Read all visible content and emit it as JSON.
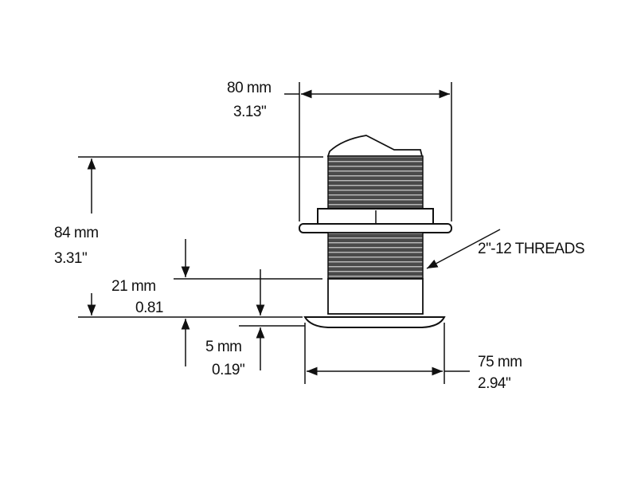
{
  "dimensions": {
    "width": {
      "mm": "80 mm",
      "inch": "3.13\""
    },
    "height": {
      "mm": "84 mm",
      "inch": "3.31\""
    },
    "lower_body": {
      "mm": "21 mm",
      "inch": "0.81"
    },
    "flange_thickness": {
      "mm": "5 mm",
      "inch": "0.19\""
    },
    "flange_diameter": {
      "mm": "75 mm",
      "inch": "2.94\""
    }
  },
  "threads_label": "2\"-12 THREADS",
  "colors": {
    "line": "#111111",
    "thread": "#4a4a4a",
    "background": "#ffffff"
  }
}
